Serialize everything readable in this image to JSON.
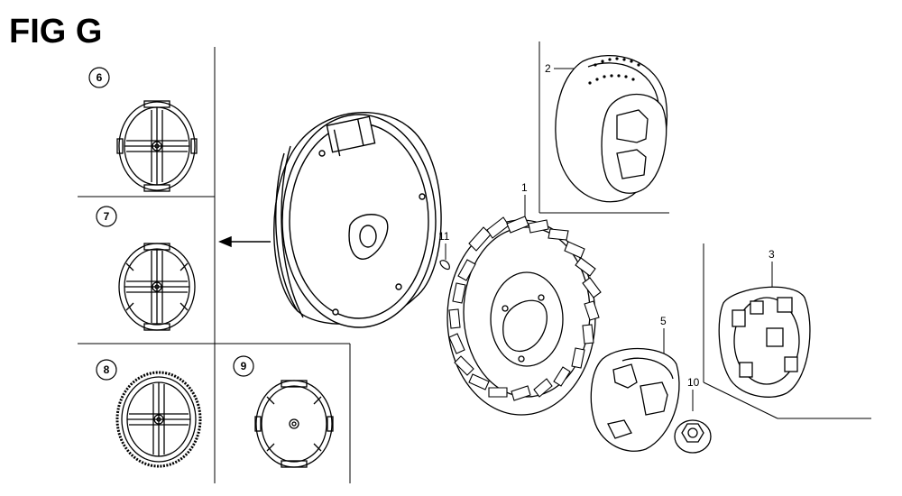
{
  "figure": {
    "title": "FIG G"
  },
  "callouts": {
    "c1": "1",
    "c2": "2",
    "c3": "3",
    "c5": "5",
    "c6": "6",
    "c7": "7",
    "c8": "8",
    "c9": "9",
    "c10": "10",
    "c11": "11"
  },
  "parts": {
    "p1": "flywheel-fan-icon",
    "p2": "starter-cup-icon",
    "p3": "starter-pulley-icon",
    "p5": "fan-cover-cup-icon",
    "p6": "flywheel-option-6-icon",
    "p7": "flywheel-option-7-icon",
    "p8": "flywheel-ring-gear-icon",
    "p9": "flywheel-option-9-icon",
    "p10": "flange-nut-icon",
    "p11": "woodruff-key-icon",
    "main": "flywheel-main-icon"
  },
  "colors": {
    "line": "#000000",
    "background": "#ffffff"
  }
}
